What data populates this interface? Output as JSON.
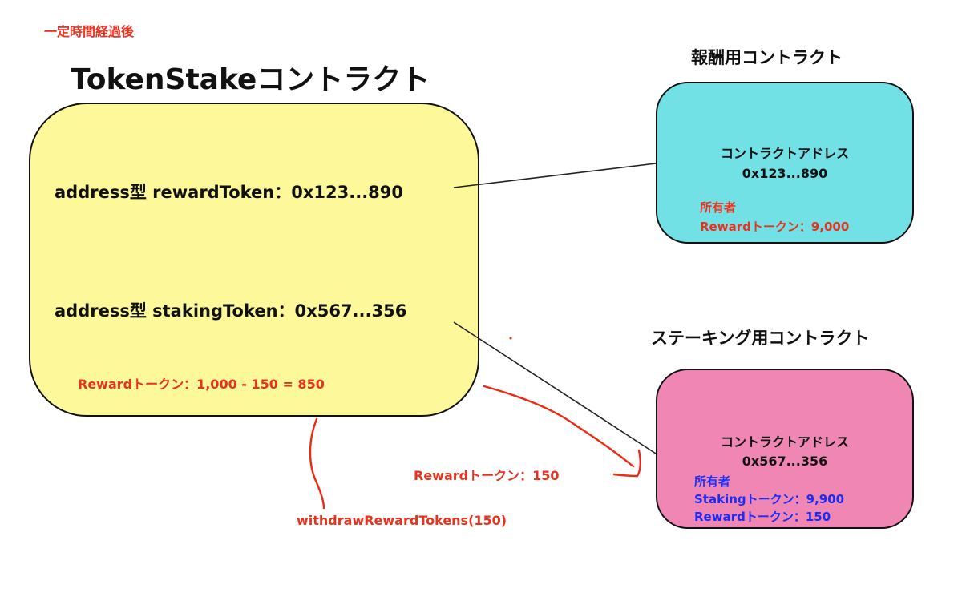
{
  "note": "一定時間経過後",
  "stake_contract": {
    "title": "TokenStakeコントラクト",
    "reward_field": "address型 rewardToken：0x123...890",
    "staking_field": "address型 stakingToken：0x567...356",
    "reward_balance": "Rewardトークン：1,000 - 150 = 850"
  },
  "reward_contract": {
    "title": "報酬用コントラクト",
    "address_label": "コントラクトアドレス",
    "address": "0x123...890",
    "owner_label": "所有者",
    "balance": "Rewardトークン：9,000"
  },
  "staking_contract": {
    "title": "ステーキング用コントラクト",
    "address_label": "コントラクトアドレス",
    "address": "0x567...356",
    "owner_label": "所有者",
    "staking_balance": "Stakingトークン：9,900",
    "reward_balance": "Rewardトークン：150"
  },
  "transfer_label": "Rewardトークン：150",
  "function_call": "withdrawRewardTokens(150)",
  "colors": {
    "annotation_red": "#e8321e",
    "owner_blue": "#1b2cf5",
    "stake_box": "#fdf99b",
    "reward_box": "#72e1e6",
    "staking_box": "#ef86b4"
  }
}
